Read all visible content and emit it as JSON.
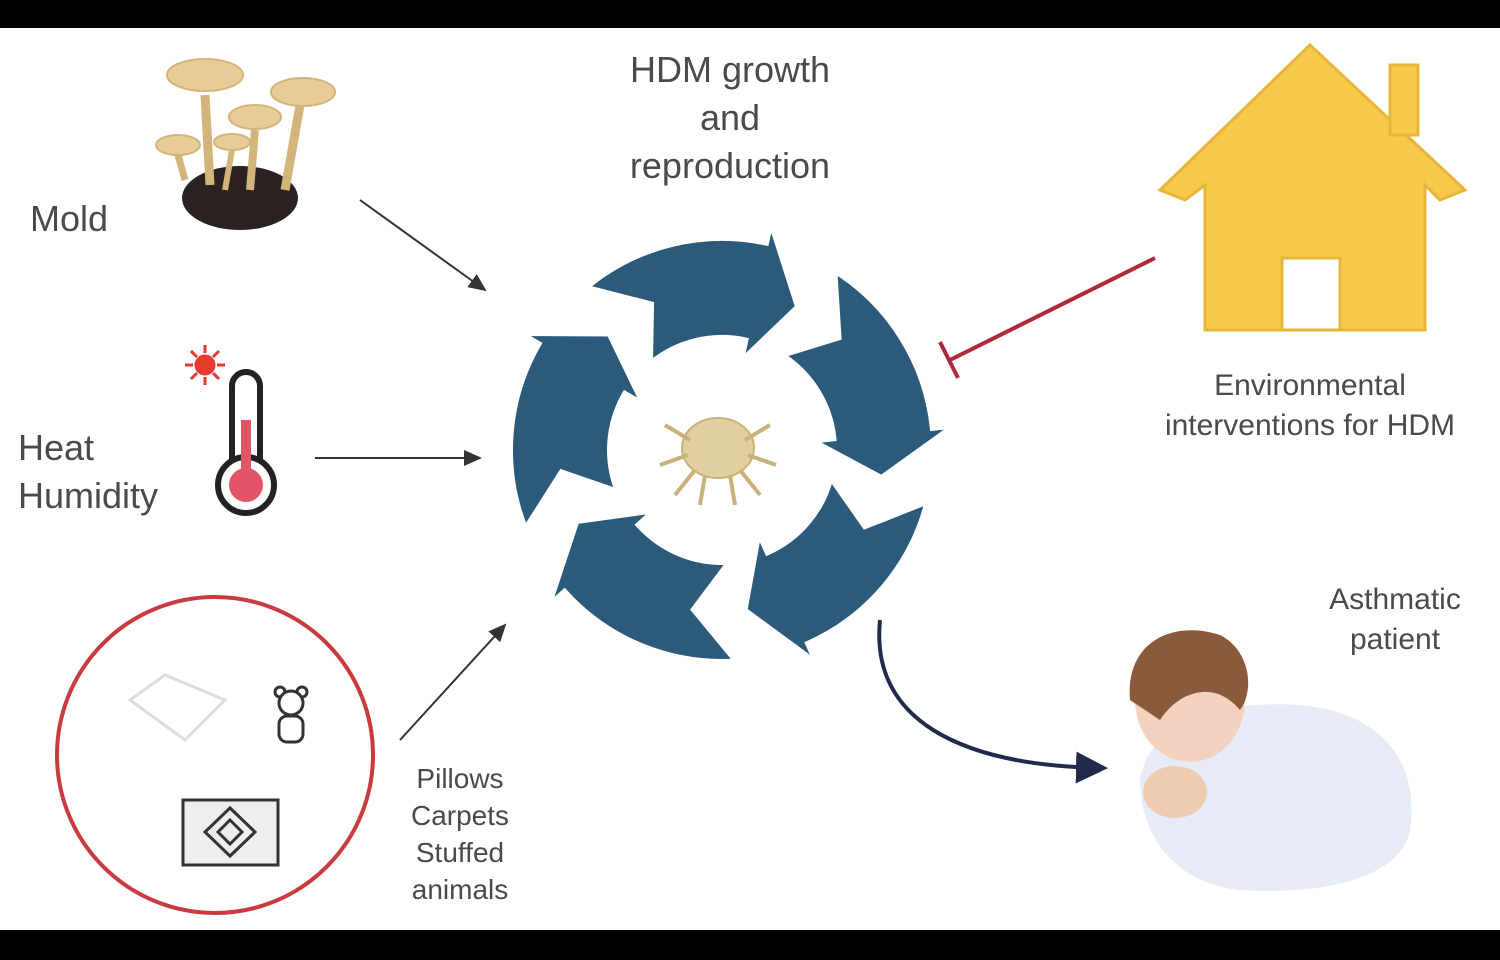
{
  "title": [
    "HDM growth",
    "and",
    "reproduction"
  ],
  "factors": {
    "mold": "Mold",
    "heat": "Heat",
    "humidity": "Humidity",
    "household": [
      "Pillows",
      "Carpets",
      "Stuffed",
      "animals"
    ]
  },
  "intervention": [
    "Environmental",
    "interventions for HDM"
  ],
  "patient": [
    "Asthmatic",
    "patient"
  ],
  "colors": {
    "cycle": "#2c5a7a",
    "inhibit": "#b0283a",
    "house": "#f6c94a",
    "circle": "#c93b3e",
    "outcome": "#1f2a4d"
  }
}
